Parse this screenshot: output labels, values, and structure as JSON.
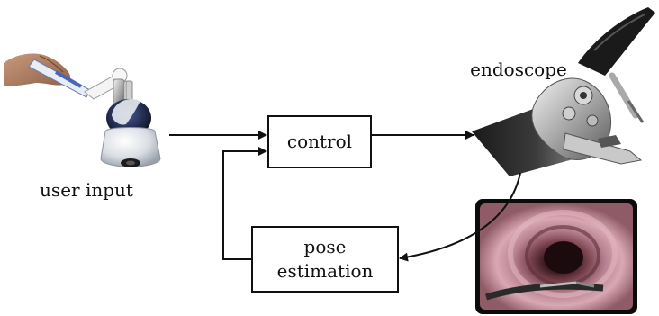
{
  "nodes": {
    "user_input": {
      "label": "user input"
    },
    "control": {
      "label": "control"
    },
    "pose_estimation": {
      "label_line1": "pose",
      "label_line2": "estimation"
    },
    "endoscope": {
      "label": "endoscope"
    }
  },
  "edges": [
    {
      "from": "user_input",
      "to": "control"
    },
    {
      "from": "control",
      "to": "endoscope"
    },
    {
      "from": "endoscope",
      "to": "pose_estimation"
    },
    {
      "from": "pose_estimation",
      "to": "control"
    }
  ],
  "images": {
    "haptic_device": "haptic input device held by a hand",
    "endoscope_robot": "robotic endoscope tip",
    "camera_view": "endoscopic camera view of a lumen"
  }
}
